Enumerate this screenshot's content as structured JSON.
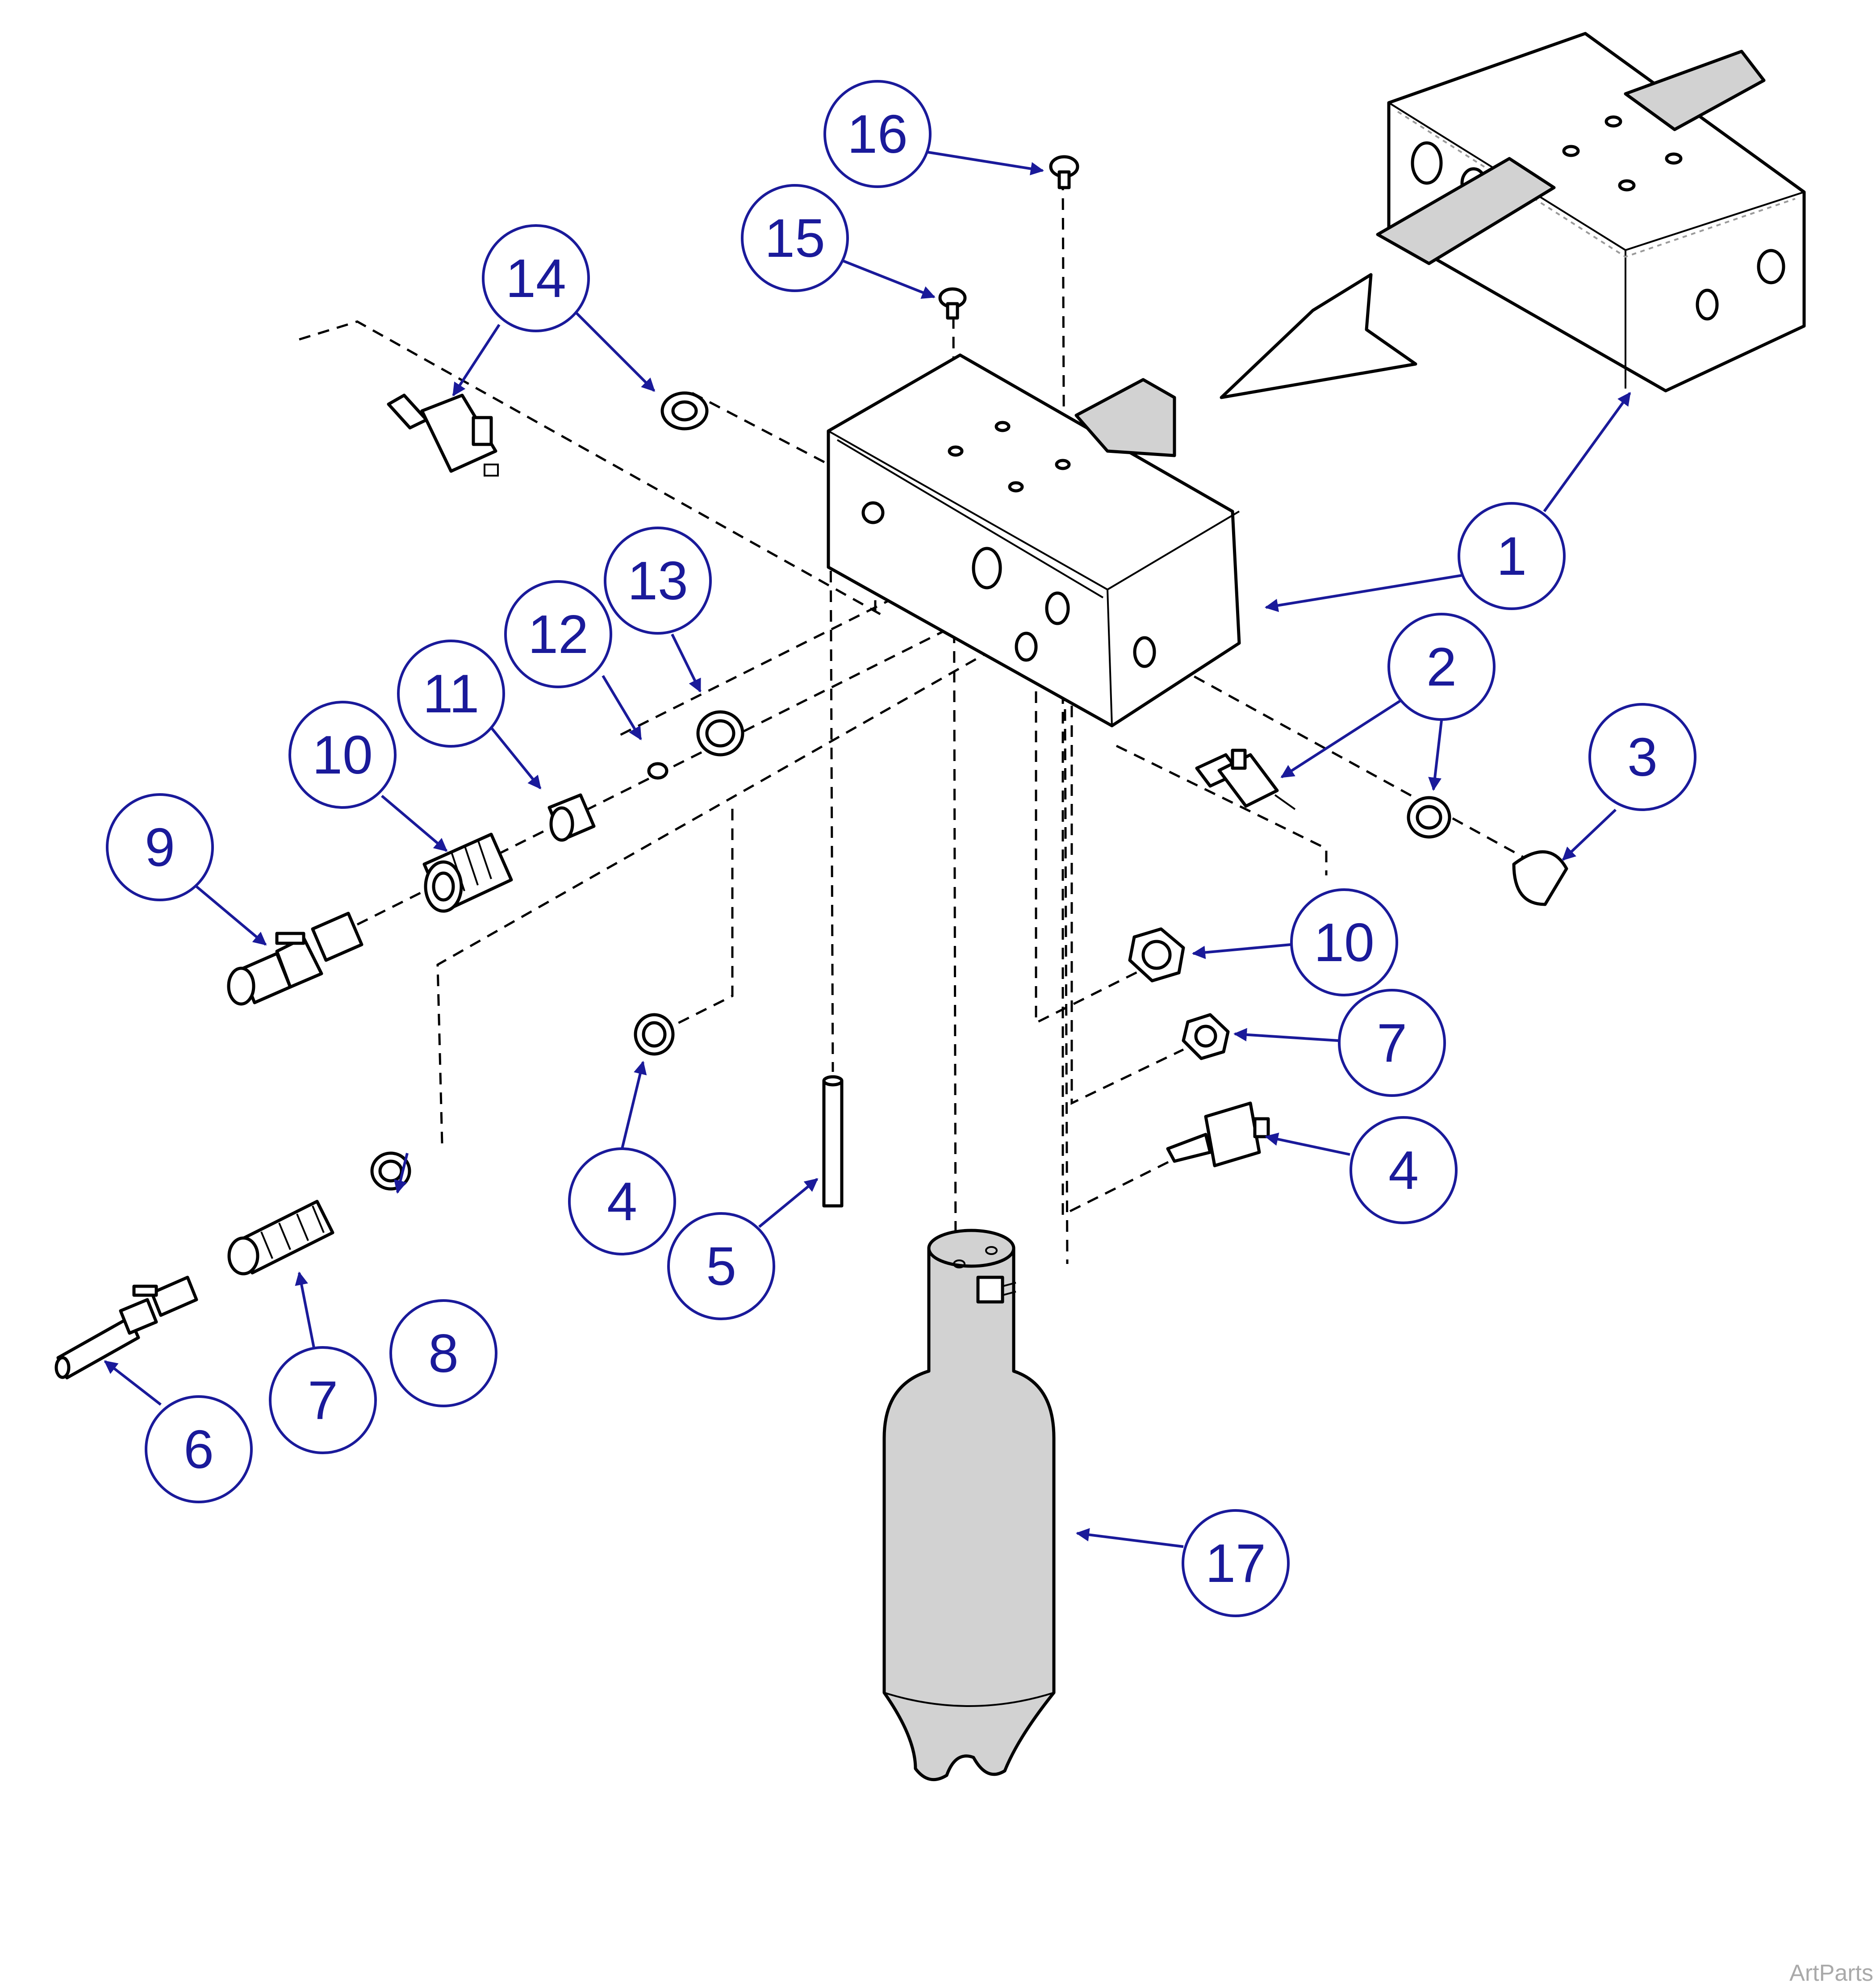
{
  "callouts": [
    "1",
    "2",
    "3",
    "4",
    "4",
    "5",
    "6",
    "7",
    "7",
    "8",
    "9",
    "10",
    "10",
    "11",
    "12",
    "13",
    "14",
    "15",
    "16",
    "17"
  ],
  "watermark": "ArtParts",
  "colors": {
    "callout": "#1a1a9a",
    "line": "#000000",
    "fill_gray": "#d2d2d2",
    "watermark": "#a9a9a9"
  }
}
